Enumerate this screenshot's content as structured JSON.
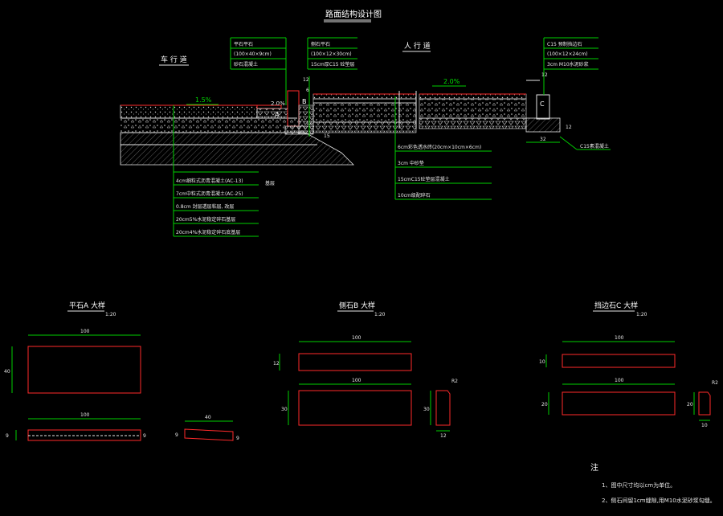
{
  "drawing": {
    "title": "路面结构设计图",
    "label_roadway": "车 行 道",
    "label_sidewalk": "人 行 道",
    "slope_roadway": "1.5%",
    "slope_step": "2.0%",
    "slope_sidewalk": "2.0%",
    "marker_a": "A",
    "marker_b": "B",
    "marker_c": "C",
    "dim_12a": "12",
    "dim_6": "6",
    "dim_12b": "12",
    "dim_12c": "12",
    "dim_15": "15",
    "dim_12d": "12",
    "dim_32": "32",
    "note_jiceng": "基层"
  },
  "callouts": {
    "pingshi": [
      "平石平石",
      "(100×40×9cm)",
      "砂石混凝土"
    ],
    "ceshi": [
      "侧石平石",
      "(100×12×30cm)",
      "15cm厚C15 砼垫层"
    ],
    "dangbian": [
      "C15 预制挡边石",
      "(100×12×24cm)",
      "3cm M10水泥砂浆"
    ],
    "roadway_layers": [
      "4cm细粒式沥青混凝土(AC-13)",
      "7cm中粒式沥青混凝土(AC-25)",
      "0.8cm 封层透层粘层, 改层",
      "20cm5%水泥稳定碎石基层",
      "20cm4%水泥稳定碎石底基层"
    ],
    "sidewalk_layers": [
      "6cm彩色透水砖(20cm×10cm×6cm)",
      "3cm 中砂垫",
      "15cmC15砼垫层混凝土",
      "10cm级配碎石"
    ],
    "c15_base": "C15素混凝土"
  },
  "details": [
    {
      "title": "平石A 大样",
      "scale": "1:20",
      "dims": {
        "length": "100",
        "width": "40",
        "thick": "9",
        "side_len": "40",
        "side_thick": "9"
      }
    },
    {
      "title": "侧石B 大样",
      "scale": "1:20",
      "dims": {
        "top_len": "100",
        "top_h": "12",
        "front_len": "100",
        "front_h": "30",
        "sec_w": "12",
        "sec_h": "30",
        "sec_chamfer": "R2"
      }
    },
    {
      "title": "挡边石C 大样",
      "scale": "1:20",
      "dims": {
        "top_len": "100",
        "top_h": "10",
        "front_len": "100",
        "front_h": "20",
        "sec_w": "10",
        "sec_h": "20",
        "sec_chamfer": "R2"
      }
    }
  ],
  "notes": {
    "heading": "注",
    "items": [
      "1、图中尺寸均以cm为单位。",
      "2、侧石间留1cm缝隙,用M10水泥砂浆勾缝。"
    ]
  },
  "colors": {
    "background": "#000000",
    "dimension": "#00d000",
    "outline": "#e6e6e6",
    "curb": "#ff2a2a",
    "marker": "#e0e000"
  }
}
